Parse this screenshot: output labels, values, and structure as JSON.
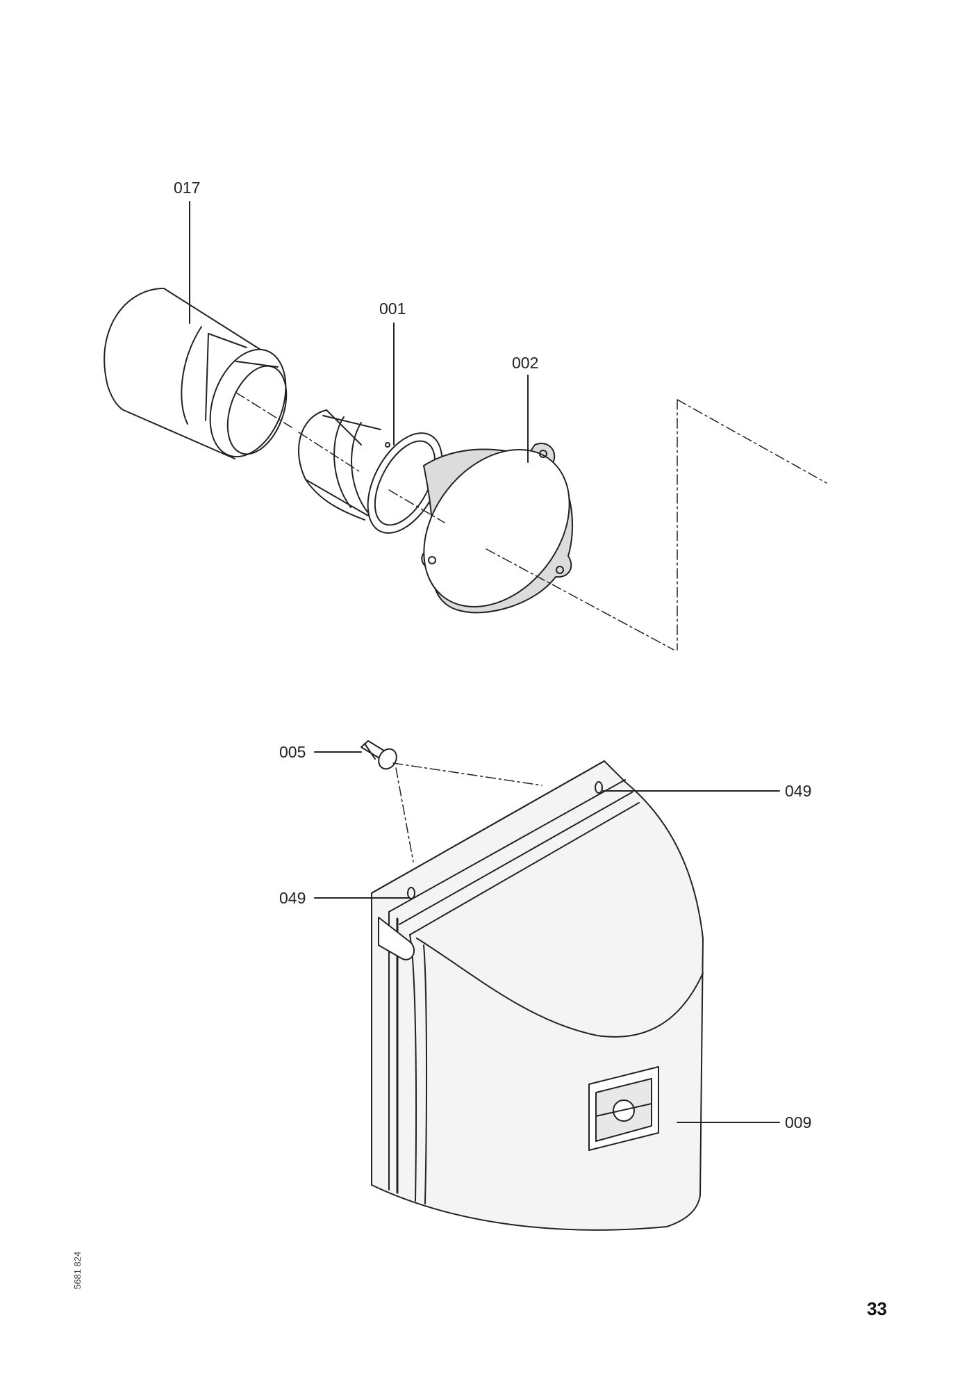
{
  "diagram": {
    "labels": {
      "part_017": "017",
      "part_001": "001",
      "part_002": "002",
      "part_005": "005",
      "part_049_right": "049",
      "part_049_left": "049",
      "part_009": "009"
    }
  },
  "footer": {
    "page_number": "33",
    "doc_ref": "5681 824"
  },
  "colors": {
    "line": "#222222",
    "gasket_fill": "#dddddd",
    "hood_fill": "#f4f4f4"
  }
}
